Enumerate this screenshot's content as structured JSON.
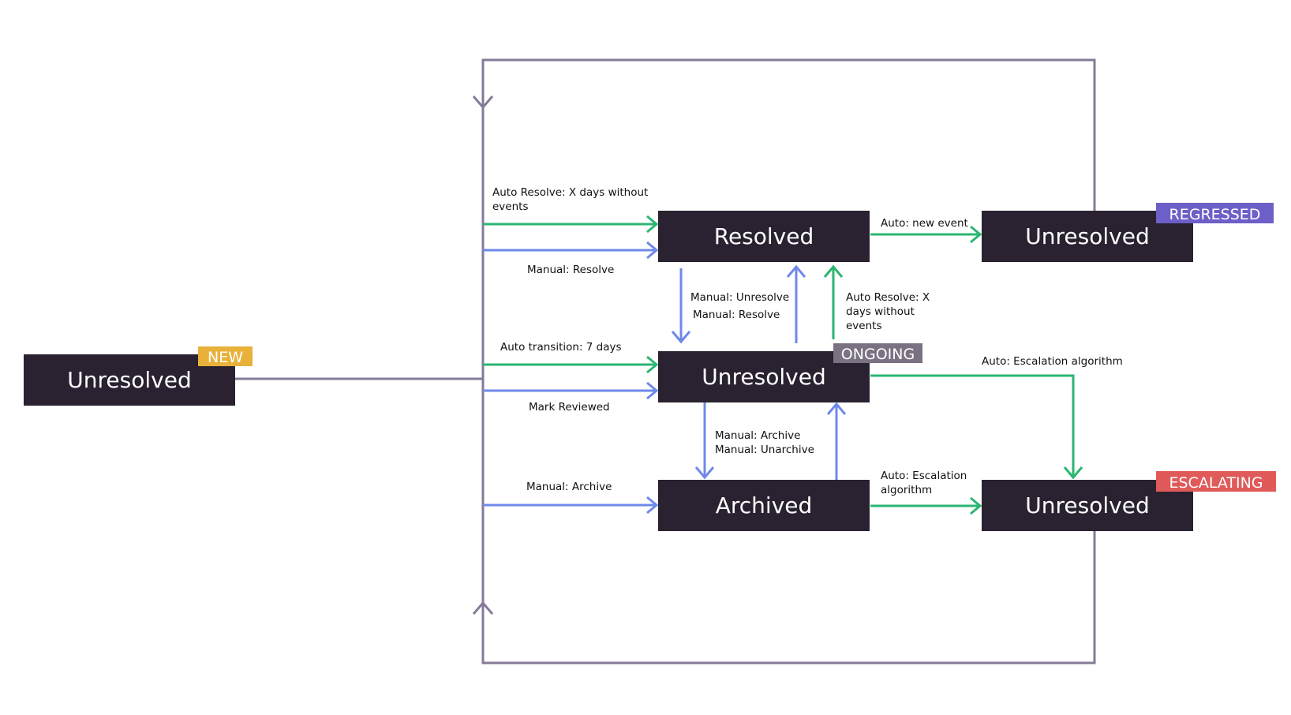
{
  "colors": {
    "node_fill": "#2a2230",
    "frame": "#857b98",
    "auto": "#2bb673",
    "manual": "#6f89ea",
    "new": "#e8b13a",
    "ongoing": "#7a7182",
    "regressed": "#6c5fc7",
    "escalating": "#e05a5a"
  },
  "nodes": {
    "new": {
      "label": "Unresolved",
      "badge": "NEW"
    },
    "resolved": {
      "label": "Resolved"
    },
    "regressed": {
      "label": "Unresolved",
      "badge": "REGRESSED"
    },
    "ongoing": {
      "label": "Unresolved",
      "badge": "ONGOING"
    },
    "archived": {
      "label": "Archived"
    },
    "escalating": {
      "label": "Unresolved",
      "badge": "ESCALATING"
    }
  },
  "edges": {
    "auto_resolve_top": [
      "Auto Resolve: X days without",
      "events"
    ],
    "manual_resolve_top": "Manual: Resolve",
    "auto_transition": "Auto transition: 7 days",
    "mark_reviewed": "Mark Reviewed",
    "manual_archive_left": "Manual: Archive",
    "manual_unresolve": "Manual: Unresolve",
    "manual_resolve_mid": "Manual: Resolve",
    "auto_resolve_mid": [
      "Auto Resolve: X",
      "days without",
      "events"
    ],
    "auto_new_event": "Auto: new event",
    "auto_escalation_top": "Auto: Escalation algorithm",
    "manual_archive_mid": "Manual: Archive",
    "manual_unarchive": "Manual: Unarchive",
    "auto_escalation_bottom": [
      "Auto: Escalation",
      "algorithm"
    ]
  }
}
